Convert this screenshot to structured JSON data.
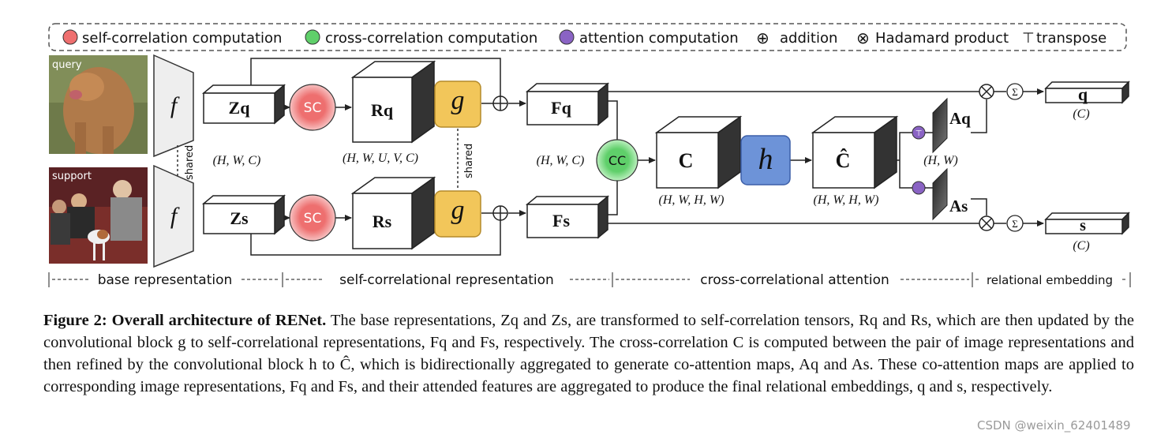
{
  "legend": {
    "self_corr": "self-correlation computation",
    "cross_corr": "cross-correlation computation",
    "attention": "attention computation",
    "addition": "addition",
    "hadamard": "Hadamard product",
    "transpose": "transpose",
    "addition_symbol": "⊕",
    "hadamard_symbol": "⊗",
    "transpose_symbol": "⊤"
  },
  "colors": {
    "sc": "#ee6f6f",
    "cc": "#5fcf6a",
    "attention": "#8a63c4",
    "g_block": "#f2c65a",
    "h_block": "#6d93d8"
  },
  "images": {
    "query_label": "query",
    "support_label": "support"
  },
  "blocks": {
    "f_top": "f",
    "f_bottom": "f",
    "shared_left": "shared",
    "Zq": "Zq",
    "Zs": "Zs",
    "sc_label": "SC",
    "cc_label": "CC",
    "Rq": "Rq",
    "Rs": "Rs",
    "g": "g",
    "shared_g": "shared",
    "Fq": "Fq",
    "Fs": "Fs",
    "C": "C",
    "h": "h",
    "C_hat": "Ĉ",
    "Aq": "Aq",
    "As": "As",
    "q": "q",
    "s": "s",
    "sigma": "Σ"
  },
  "dims": {
    "z": "(H, W, C)",
    "r": "(H, W, U, V, C)",
    "f": "(H, W, C)",
    "c": "(H, W, H, W)",
    "c_hat": "(H, W, H, W)",
    "a": "(H, W)",
    "q": "(C)",
    "s": "(C)"
  },
  "stages": {
    "base": "base representation",
    "self": "self-correlational representation",
    "cross": "cross-correlational attention",
    "relational": "relational embedding"
  },
  "caption": {
    "lead": "Figure 2: Overall architecture of RENet.",
    "text": "The base representations, Zq and Zs, are transformed to self-correlation tensors, Rq and Rs, which are then updated by the convolutional block g to self-correlational representations, Fq and Fs, respectively. The cross-correlation C is computed between the pair of image representations and then refined by the convolutional block h to Ĉ, which is bidirectionally aggregated to generate co-attention maps, Aq and As. These co-attention maps are applied to corresponding image representations, Fq and Fs, and their attended features are aggregated to produce the final relational embeddings, q and s, respectively."
  },
  "watermark": "CSDN @weixin_62401489"
}
